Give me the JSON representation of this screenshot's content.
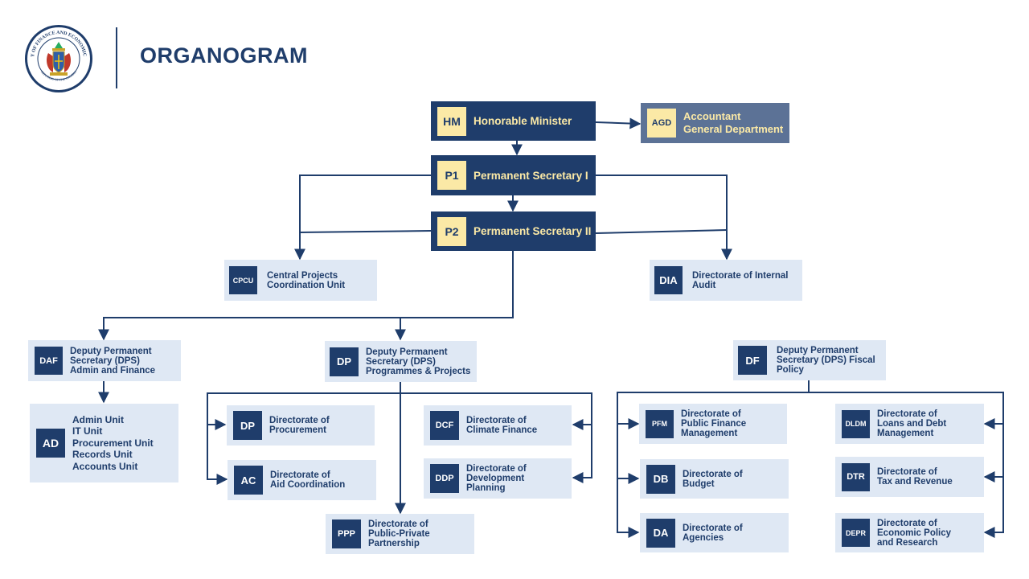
{
  "header": {
    "title": "ORGANOGRAM",
    "logo_icon": "ministry-seal-logo",
    "logo_text_top": "MINISTRY OF FINANCE AND ECONOMIC AFFAIRS",
    "logo_text_bottom": "REPUBLIC OF THE GAMBIA"
  },
  "colors": {
    "navy": "#1f3d6b",
    "cream": "#fbe9a6",
    "light_box": "#dfe8f4",
    "gray_box": "#5c7296"
  },
  "nodes": {
    "hm": {
      "abbr": "HM",
      "label": "Honorable Minister"
    },
    "agd": {
      "abbr": "AGD",
      "label": "Accountant\nGeneral Department"
    },
    "p1": {
      "abbr": "P1",
      "label": "Permanent Secretary I"
    },
    "p2": {
      "abbr": "P2",
      "label": "Permanent Secretary II"
    },
    "cpcu": {
      "abbr": "CPCU",
      "label": "Central Projects\nCoordination Unit"
    },
    "dia": {
      "abbr": "DIA",
      "label": "Directorate of Internal\nAudit"
    },
    "daf": {
      "abbr": "DAF",
      "label": "Deputy Permanent\nSecretary (DPS)\nAdmin and Finance"
    },
    "dp_dps": {
      "abbr": "DP",
      "label": "Deputy Permanent\nSecretary (DPS)\nProgrammes & Projects"
    },
    "df": {
      "abbr": "DF",
      "label": "Deputy Permanent\nSecretary (DPS) Fiscal\nPolicy"
    },
    "ad": {
      "abbr": "AD",
      "label": "Admin Unit\nIT Unit\nProcurement Unit\nRecords Unit\nAccounts Unit"
    },
    "dp_proc": {
      "abbr": "DP",
      "label": "Directorate of\nProcurement"
    },
    "ac": {
      "abbr": "AC",
      "label": "Directorate of\nAid Coordination"
    },
    "dcf": {
      "abbr": "DCF",
      "label": "Directorate of\nClimate Finance"
    },
    "ddp": {
      "abbr": "DDP",
      "label": "Directorate of\nDevelopment\nPlanning"
    },
    "ppp": {
      "abbr": "PPP",
      "label": "Directorate of\nPublic-Private\nPartnership"
    },
    "pfm": {
      "abbr": "PFM",
      "label": "Directorate of\nPublic Finance\nManagement"
    },
    "db": {
      "abbr": "DB",
      "label": "Directorate of\nBudget"
    },
    "da": {
      "abbr": "DA",
      "label": "Directorate of\nAgencies"
    },
    "dldm": {
      "abbr": "DLDM",
      "label": "Directorate of\nLoans and Debt\nManagement"
    },
    "dtr": {
      "abbr": "DTR",
      "label": "Directorate of\nTax and Revenue"
    },
    "depr": {
      "abbr": "DEPR",
      "label": "Directorate of\nEconomic Policy\nand Research"
    }
  }
}
